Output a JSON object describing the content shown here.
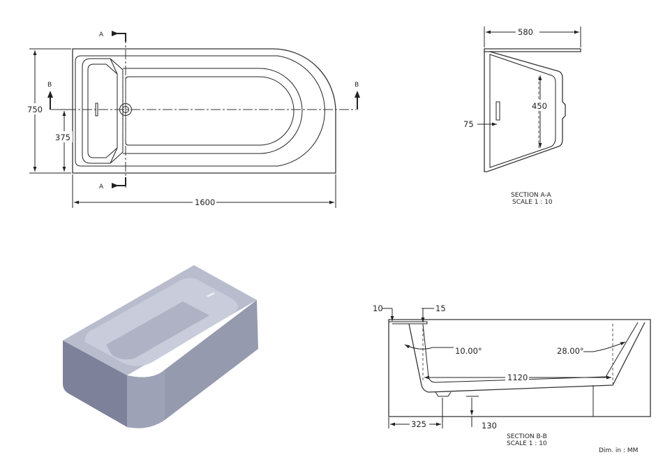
{
  "plan_view": {
    "dim_length": "1600",
    "dim_width": "750",
    "dim_center": "375",
    "section_a_top": "A",
    "section_a_bottom": "A",
    "section_b_left": "B",
    "section_b_right": "B"
  },
  "section_a": {
    "dim_width": "580",
    "dim_depth": "450",
    "dim_offset": "75",
    "caption_title": "SECTION A-A",
    "caption_scale": "SCALE 1 : 10"
  },
  "section_b": {
    "dim_rim_left": "10",
    "dim_rim_right": "15",
    "angle_left": "10.00°",
    "angle_right": "28.00°",
    "dim_floor": "1120",
    "dim_left_offset": "325",
    "dim_base_height": "130",
    "caption_title": "SECTION B-B",
    "caption_scale": "SCALE 1 : 10"
  },
  "units_note": "Dim. in : MM",
  "colors": {
    "line": "#222222",
    "render_top": "#b8bccd",
    "render_front": "#7d819a",
    "render_side": "#9ea2b6",
    "render_inner": "#c9ccda"
  }
}
